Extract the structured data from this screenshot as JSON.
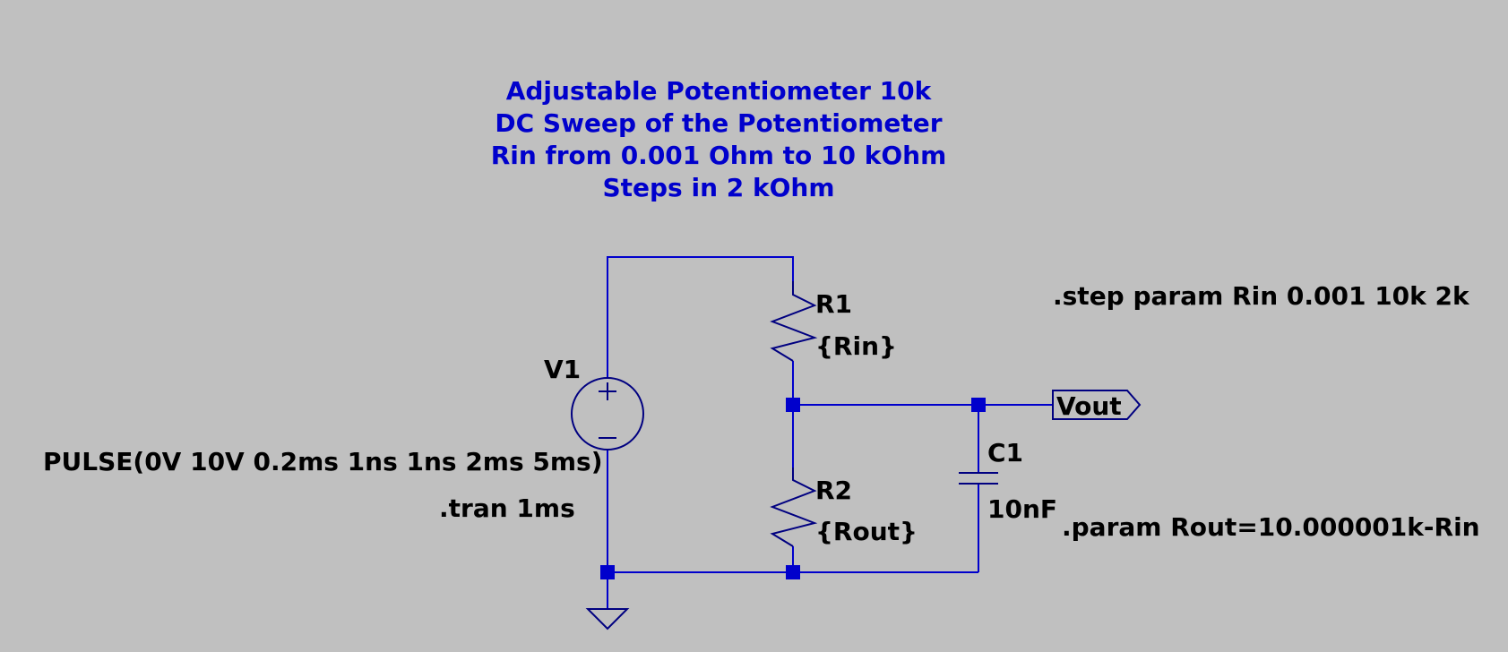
{
  "title_lines": [
    "Adjustable Potentiometer 10k",
    "DC Sweep of the Potentiometer",
    "Rin from 0.001 Ohm to 10 kOhm",
    "Steps in 2 kOhm"
  ],
  "source": {
    "name": "V1",
    "value": "PULSE(0V 10V 0.2ms 1ns 1ns 2ms 5ms)"
  },
  "resistor1": {
    "name": "R1",
    "value": "{Rin}"
  },
  "resistor2": {
    "name": "R2",
    "value": "{Rout}"
  },
  "capacitor": {
    "name": "C1",
    "value": "10nF"
  },
  "output_label": "Vout",
  "directives": {
    "tran": ".tran 1ms",
    "step": ".step param Rin 0.001 10k 2k",
    "param": ".param Rout=10.000001k-Rin"
  },
  "colors": {
    "background": "#c0c0c0",
    "wire": "#0000cc",
    "component": "#000080",
    "text": "#000000"
  }
}
